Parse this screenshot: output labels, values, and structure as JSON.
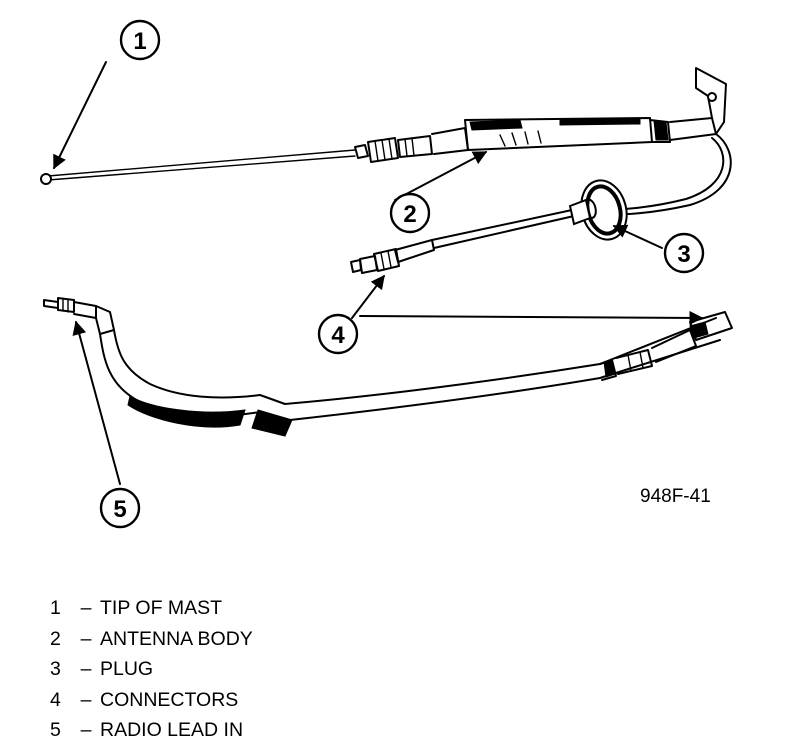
{
  "figure_id": "948F-41",
  "callouts": [
    {
      "number": "1",
      "text": "TIP OF MAST"
    },
    {
      "number": "2",
      "text": "ANTENNA BODY"
    },
    {
      "number": "3",
      "text": "PLUG"
    },
    {
      "number": "4",
      "text": "CONNECTORS"
    },
    {
      "number": "5",
      "text": "RADIO LEAD IN"
    }
  ],
  "separator": "–"
}
